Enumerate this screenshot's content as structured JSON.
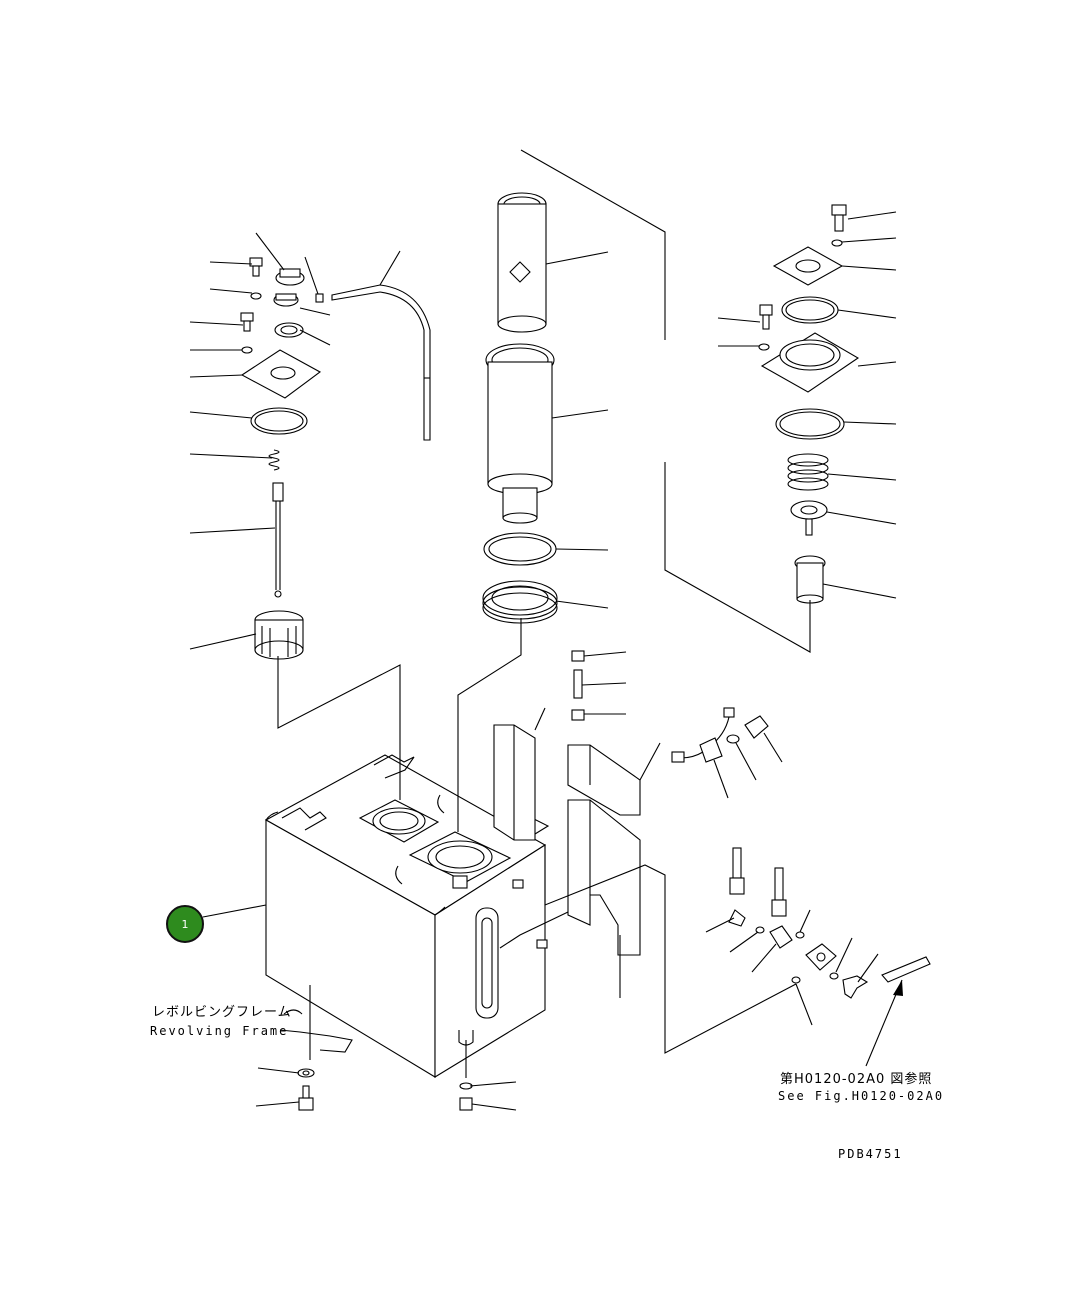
{
  "callouts": [
    {
      "number": "1"
    }
  ],
  "labels": {
    "revolving_frame_jp": "レボルビングフレーム",
    "revolving_frame_en": "Revolving Frame",
    "see_fig_jp": "第H0120-02A0 図参照",
    "see_fig_en": "See Fig.H0120-02A0",
    "drawing_number": "PDB4751"
  },
  "colors": {
    "callout_fill": "#2e8b1e",
    "line": "#000000",
    "background": "#ffffff"
  }
}
